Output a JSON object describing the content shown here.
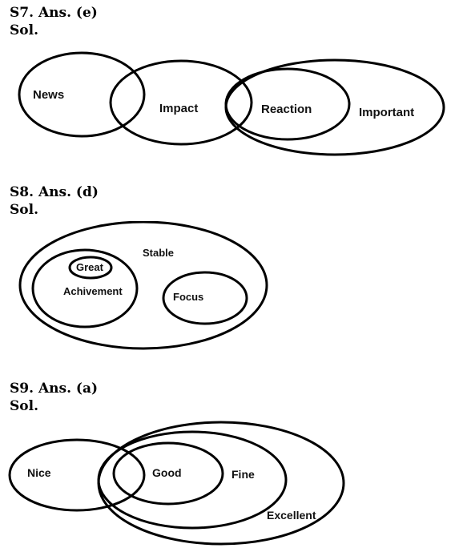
{
  "s7": {
    "answer": "S7. Ans. (e)",
    "sol": "Sol.",
    "labels": {
      "news": "News",
      "impact": "Impact",
      "reaction": "Reaction",
      "important": "Important"
    }
  },
  "s8": {
    "answer": "S8. Ans. (d)",
    "sol": "Sol.",
    "labels": {
      "stable": "Stable",
      "great": "Great",
      "achivement": "Achivement",
      "focus": "Focus"
    }
  },
  "s9": {
    "answer": "S9. Ans. (a)",
    "sol": "Sol.",
    "labels": {
      "nice": "Nice",
      "good": "Good",
      "fine": "Fine",
      "excellent": "Excellent"
    }
  }
}
